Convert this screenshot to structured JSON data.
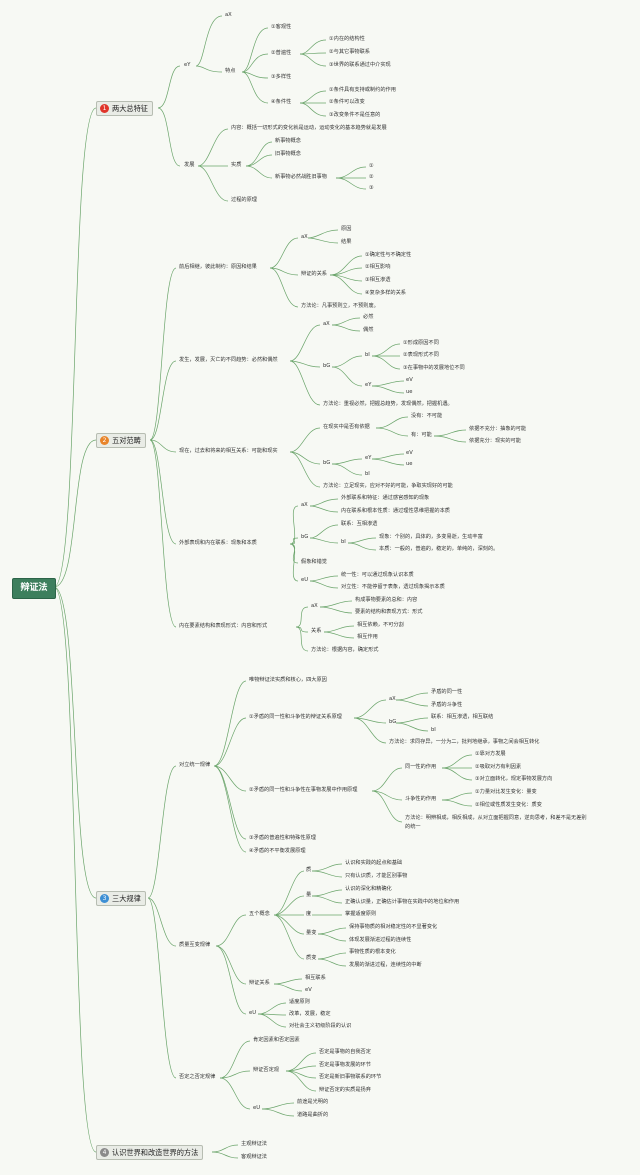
{
  "root": "辩证法",
  "sections": [
    {
      "num": "1",
      "title": "两大总特征",
      "color": "#e0352b"
    },
    {
      "num": "2",
      "title": "五对范畴",
      "color": "#e8842a"
    },
    {
      "num": "3",
      "title": "三大规律",
      "color": "#3d8fd4"
    },
    {
      "num": "4",
      "title": "认识世界和改造世界的方法",
      "color": "#8a8a8a"
    }
  ],
  "labels": {
    "s1_ax": "aX",
    "s1_ey": "eY",
    "s1_tedian": "特点",
    "s1_k1": "①客观性",
    "s1_k2": "②普遍性",
    "s1_p1": "①内在的结构性",
    "s1_p2": "②与其它事物联系",
    "s1_p3": "③世界的联系通过中介实现",
    "s1_k3": "③多样性",
    "s1_k4": "④条件性",
    "s1_c1": "①条件具有支持或制约的作用",
    "s1_c2": "②条件可以改变",
    "s1_c3": "③改变条件不是任意的",
    "s1_fazhan": "发展",
    "s1_neirong": "内容：概括一切形式的变化就是运动，运动变化的基本趋势就是发展",
    "s1_shizhi": "实质",
    "s1_new": "新事物概念",
    "s1_old": "旧事物概念",
    "s1_must": "新事物必然战胜旧事物",
    "s1_m1": "①",
    "s1_m2": "②",
    "s1_m3": "③",
    "s1_guocheng": "过程的原理",
    "s2_c1": "前后相继，彼此制约：原因和结果",
    "s2_c1_ax": "aX",
    "s2_c1_r1": "原因",
    "s2_c1_r2": "结果",
    "s2_c1_rel": "辩证的关系",
    "s2_c1_q1": "①确定性与不确定性",
    "s2_c1_q2": "②相互影响",
    "s2_c1_q3": "③相互渗透",
    "s2_c1_q4": "④复杂多样的关系",
    "s2_c1_f": "方法论：凡事预则立，不预则废。",
    "s2_c2": "发生，发展，灭亡的不同趋势：必然和偶然",
    "s2_c2_ax": "aX",
    "s2_c2_r1": "必然",
    "s2_c2_r2": "偶然",
    "s2_c2_bg": "bG",
    "s2_c2_bi": "bI",
    "s2_c2_q1": "①形成原因不同",
    "s2_c2_q2": "②表现形式不同",
    "s2_c2_q3": "③在事物中的发展地位不同",
    "s2_c2_ey": "eY",
    "s2_c2_e1": "eV",
    "s2_c2_e2": "ue",
    "s2_c2_f": "方法论：重视必然，把握总趋势，发现偶然，把握机遇。",
    "s2_c3": "现在，过去和将来的相互关系：可能和现实",
    "s2_c3_x": "在现实中是否有依据",
    "s2_c3_no": "没有：不可能",
    "s2_c3_yes": "有：可能",
    "s2_c3_y1": "依据不充分：抽象的可能",
    "s2_c3_y2": "依据充分：现实的可能",
    "s2_c3_bg": "bG",
    "s2_c3_ey": "eY",
    "s2_c3_e1": "eV",
    "s2_c3_e2": "ue",
    "s2_c3_bi": "bI",
    "s2_c3_f": "方法论：立足现实，应对不好的可能，争取实现好的可能",
    "s2_c4": "外部表现和内在联系：现象和本质",
    "s2_c4_ax": "aX",
    "s2_c4_a1": "外部联系和特征：通过感官感知的现象",
    "s2_c4_a2": "内在联系和根本性质：通过理性思维把握的本质",
    "s2_c4_bg": "bG",
    "s2_c4_b1": "联系：互相渗透",
    "s2_c4_bi": "bI",
    "s2_c4_d1": "现象：个别的，具体的，多变易逝，生动丰富",
    "s2_c4_d2": "本质：一般的，普遍的，稳定的，单纯的，深刻的。",
    "s2_c4_jx": "假象和错觉",
    "s2_c4_eu": "eU",
    "s2_c4_u1": "统一性：可以通过现象认识本质",
    "s2_c4_u2": "对立性：不能停留于表象，透过现象揭示本质",
    "s2_c5": "内在要素结构和表现形式：内容和形式",
    "s2_c5_ax": "aX",
    "s2_c5_a1": "构成事物要素的总和：内容",
    "s2_c5_a2": "要素的结构和表现方式：形式",
    "s2_c5_gx": "关系",
    "s2_c5_g1": "相互依赖，不可分割",
    "s2_c5_g2": "相互作用",
    "s2_c5_f": "方法论：根据内容，确定形式",
    "s3_l1": "对立统一规律",
    "s3_l1_a": "唯物辩证法实质和核心，四大原因",
    "s3_l1_b": "①矛盾的同一性和斗争性的辩证关系原理",
    "s3_l1_b_ax": "aX",
    "s3_l1_b_a1": "矛盾的同一性",
    "s3_l1_b_a2": "矛盾的斗争性",
    "s3_l1_b_bg": "bG",
    "s3_l1_b_b1": "联系：相互渗透，相互联结",
    "s3_l1_b_bi": "bI",
    "s3_l1_b_f": "方法论：求同存异，一分为二，批判地继承，事物之间会相互转化",
    "s3_l1_c": "②矛盾的同一性和斗争性在事物发展中作用原理",
    "s3_l1_c_ty": "同一性的作用",
    "s3_l1_c_t1": "①靠对方发展",
    "s3_l1_c_t2": "②吸取对方有利因素",
    "s3_l1_c_t3": "③对立面转化，规定事物发展方向",
    "s3_l1_c_dz": "斗争性的作用",
    "s3_l1_c_d1": "①力量对比发生变化：量变",
    "s3_l1_c_d2": "②相位或性质发生变化：质变",
    "s3_l1_c_f1": "方法论：明辨相成，相反相成，从对立面把握同意，逆向思考，和差不是无差别",
    "s3_l1_c_f2": "的统一",
    "s3_l1_d": "③矛盾的普遍性和特殊性原理",
    "s3_l1_e": "④矛盾的不平衡发展原理",
    "s3_l2": "质量互变规律",
    "s3_l2_wg": "五个概念",
    "s3_l2_zhi": "质",
    "s3_l2_z1": "认识和实践的起点和基础",
    "s3_l2_z2": "只有认识质，才能区别事物",
    "s3_l2_liang": "量",
    "s3_l2_l1": "认识的深化和精确化",
    "s3_l2_l2": "正确认识量，正确估计事物在实践中的地位和作用",
    "s3_l2_du": "度",
    "s3_l2_du1": "掌握适度原则",
    "s3_l2_lb": "量变",
    "s3_l2_lb1": "保持事物质的相对稳定性的不显著变化",
    "s3_l2_lb2": "体现发展渐进过程的连续性",
    "s3_l2_zb": "质变",
    "s3_l2_zb1": "事物性质的根本变化",
    "s3_l2_zb2": "发展的渐进过程，连续性的中断",
    "s3_l2_bz": "辩证关系",
    "s3_l2_bz1": "相互联系",
    "s3_l2_bz2": "eV",
    "s3_l2_eu": "eU",
    "s3_l2_e1": "适度原则",
    "s3_l2_e2": "改革，发展，稳定",
    "s3_l2_e3": "对社会主义初级阶段的认识",
    "s3_l3": "否定之否定规律",
    "s3_l3_a": "肯定因素和否定因素",
    "s3_l3_b": "辩证否定观",
    "s3_l3_b1": "否定是事物的自我否定",
    "s3_l3_b2": "否定是事物发展的环节",
    "s3_l3_b3": "否定是新旧事物联系的环节",
    "s3_l3_b4": "辩证否定的实质是扬弃",
    "s3_l3_eu": "eU",
    "s3_l3_e1": "前途是光明的",
    "s3_l3_e2": "道路是曲折的",
    "s4_a": "主观辩证法",
    "s4_b": "客观辩证法"
  }
}
